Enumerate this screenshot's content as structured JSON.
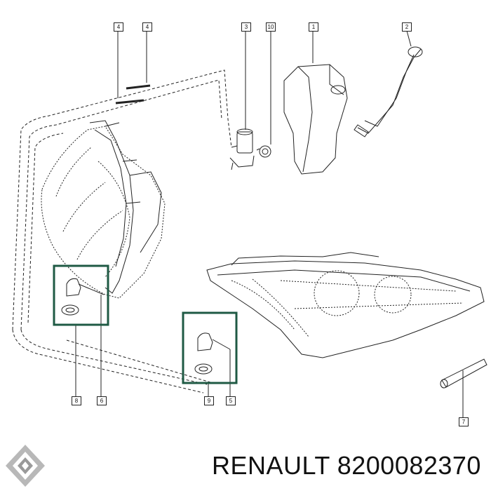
{
  "callouts": {
    "c_4a": "4",
    "c_4b": "4",
    "c_3": "3",
    "c_10": "10",
    "c_1": "1",
    "c_2": "2",
    "c_8": "8",
    "c_6": "6",
    "c_9": "9",
    "c_5": "5",
    "c_7": "7"
  },
  "footer": {
    "brand": "RENAULT",
    "part_number": "8200082370"
  },
  "colors": {
    "line": "#222222",
    "highlight_box": "#1f5a44",
    "logo_fill": "#b8b8b8"
  }
}
